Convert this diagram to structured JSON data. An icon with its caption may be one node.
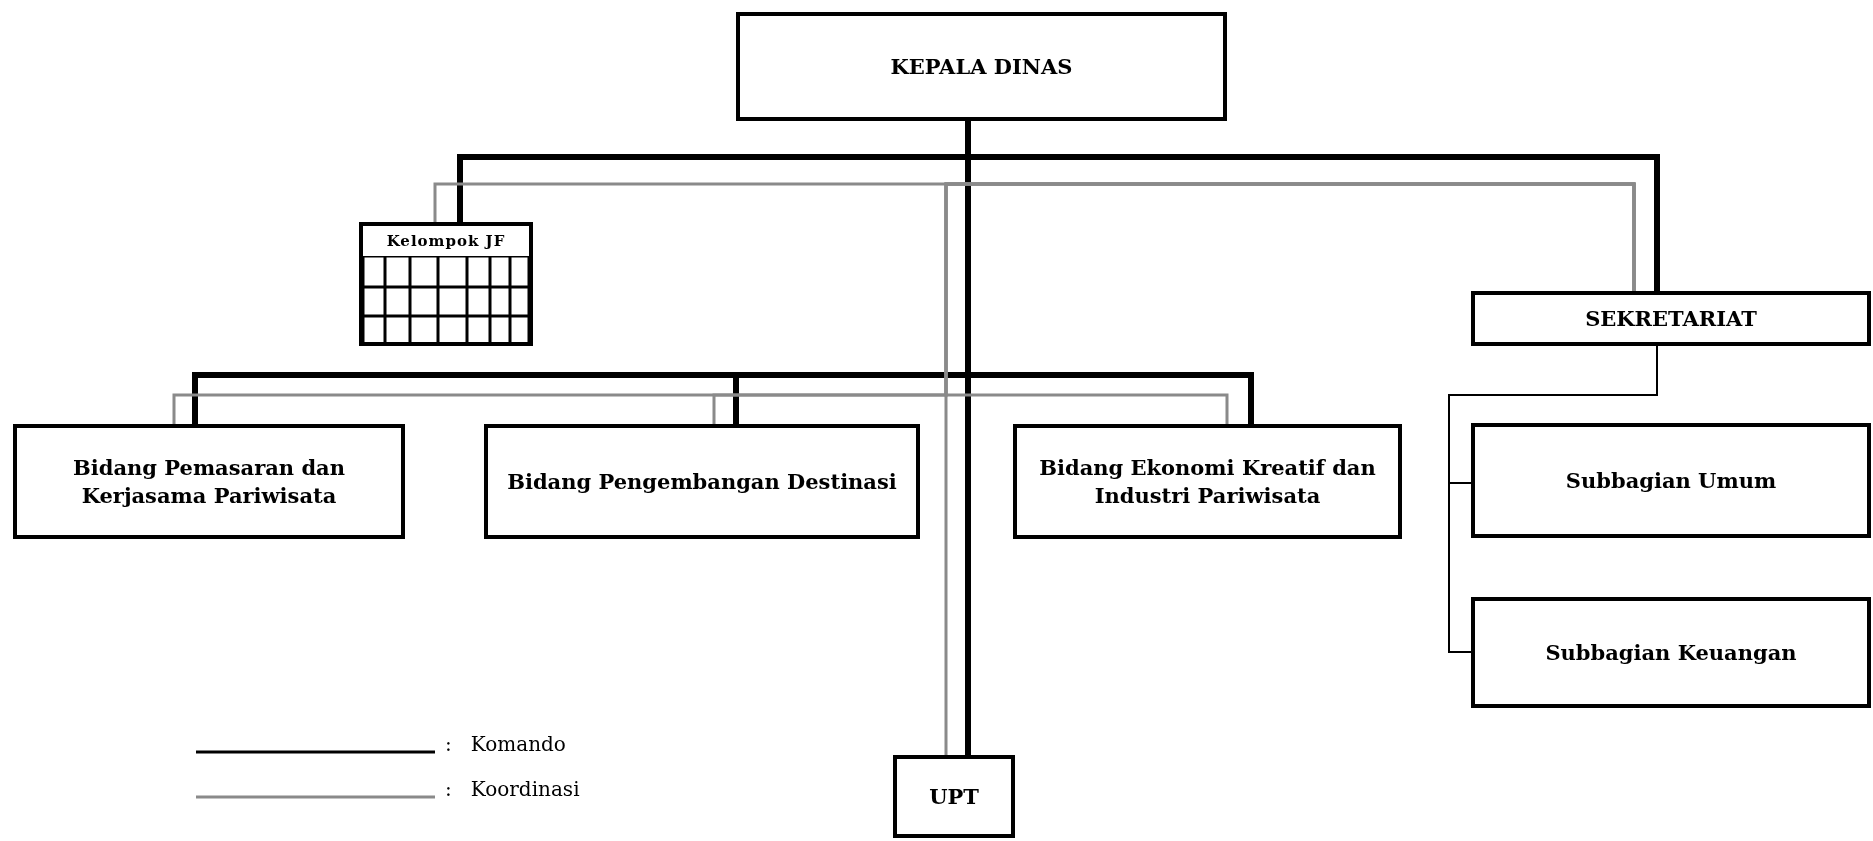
{
  "diagram": {
    "nodes": [
      {
        "text": [
          "KEPALA DINAS"
        ]
      },
      {
        "text": [
          "Kelompok JF"
        ]
      },
      {
        "text": [
          "SEKRETARIAT"
        ]
      },
      {
        "text": [
          "Bidang Pemasaran dan Kerjasama Pariwisata"
        ]
      },
      {
        "text": [
          "Bidang Pengembangan Destinasi"
        ]
      },
      {
        "text": [
          "Bidang Ekonomi Kreatif dan Industri Pariwisata"
        ]
      },
      {
        "text": [
          "Subbagian Umum"
        ]
      },
      {
        "text": [
          "Subbagian Keuangan"
        ]
      },
      {
        "text": [
          "UPT"
        ]
      }
    ],
    "edges": [
      {
        "from": 0,
        "to": 1,
        "arrow": "none",
        "style": "thick"
      },
      {
        "from": 0,
        "to": 2,
        "arrow": "none",
        "style": "thick"
      },
      {
        "from": 0,
        "to": 3,
        "arrow": "none",
        "style": "thick"
      },
      {
        "from": 0,
        "to": 4,
        "arrow": "none",
        "style": "thick"
      },
      {
        "from": 0,
        "to": 5,
        "arrow": "none",
        "style": "thick"
      },
      {
        "from": 0,
        "to": 8,
        "arrow": "none",
        "style": "thick"
      },
      {
        "from": 2,
        "to": 6,
        "arrow": "none"
      },
      {
        "from": 2,
        "to": 7,
        "arrow": "none"
      },
      {
        "from": 2,
        "to": 1,
        "arrow": "none",
        "color": "#8a8a8a"
      },
      {
        "from": 2,
        "to": 3,
        "arrow": "none",
        "color": "#8a8a8a"
      },
      {
        "from": 2,
        "to": 4,
        "arrow": "none",
        "color": "#8a8a8a"
      },
      {
        "from": 2,
        "to": 5,
        "arrow": "none",
        "color": "#8a8a8a"
      },
      {
        "from": 2,
        "to": 8,
        "arrow": "none",
        "color": "#8a8a8a"
      }
    ],
    "legend": [
      {
        "text": ": Komando"
      },
      {
        "text": ": Koordinasi"
      }
    ]
  }
}
